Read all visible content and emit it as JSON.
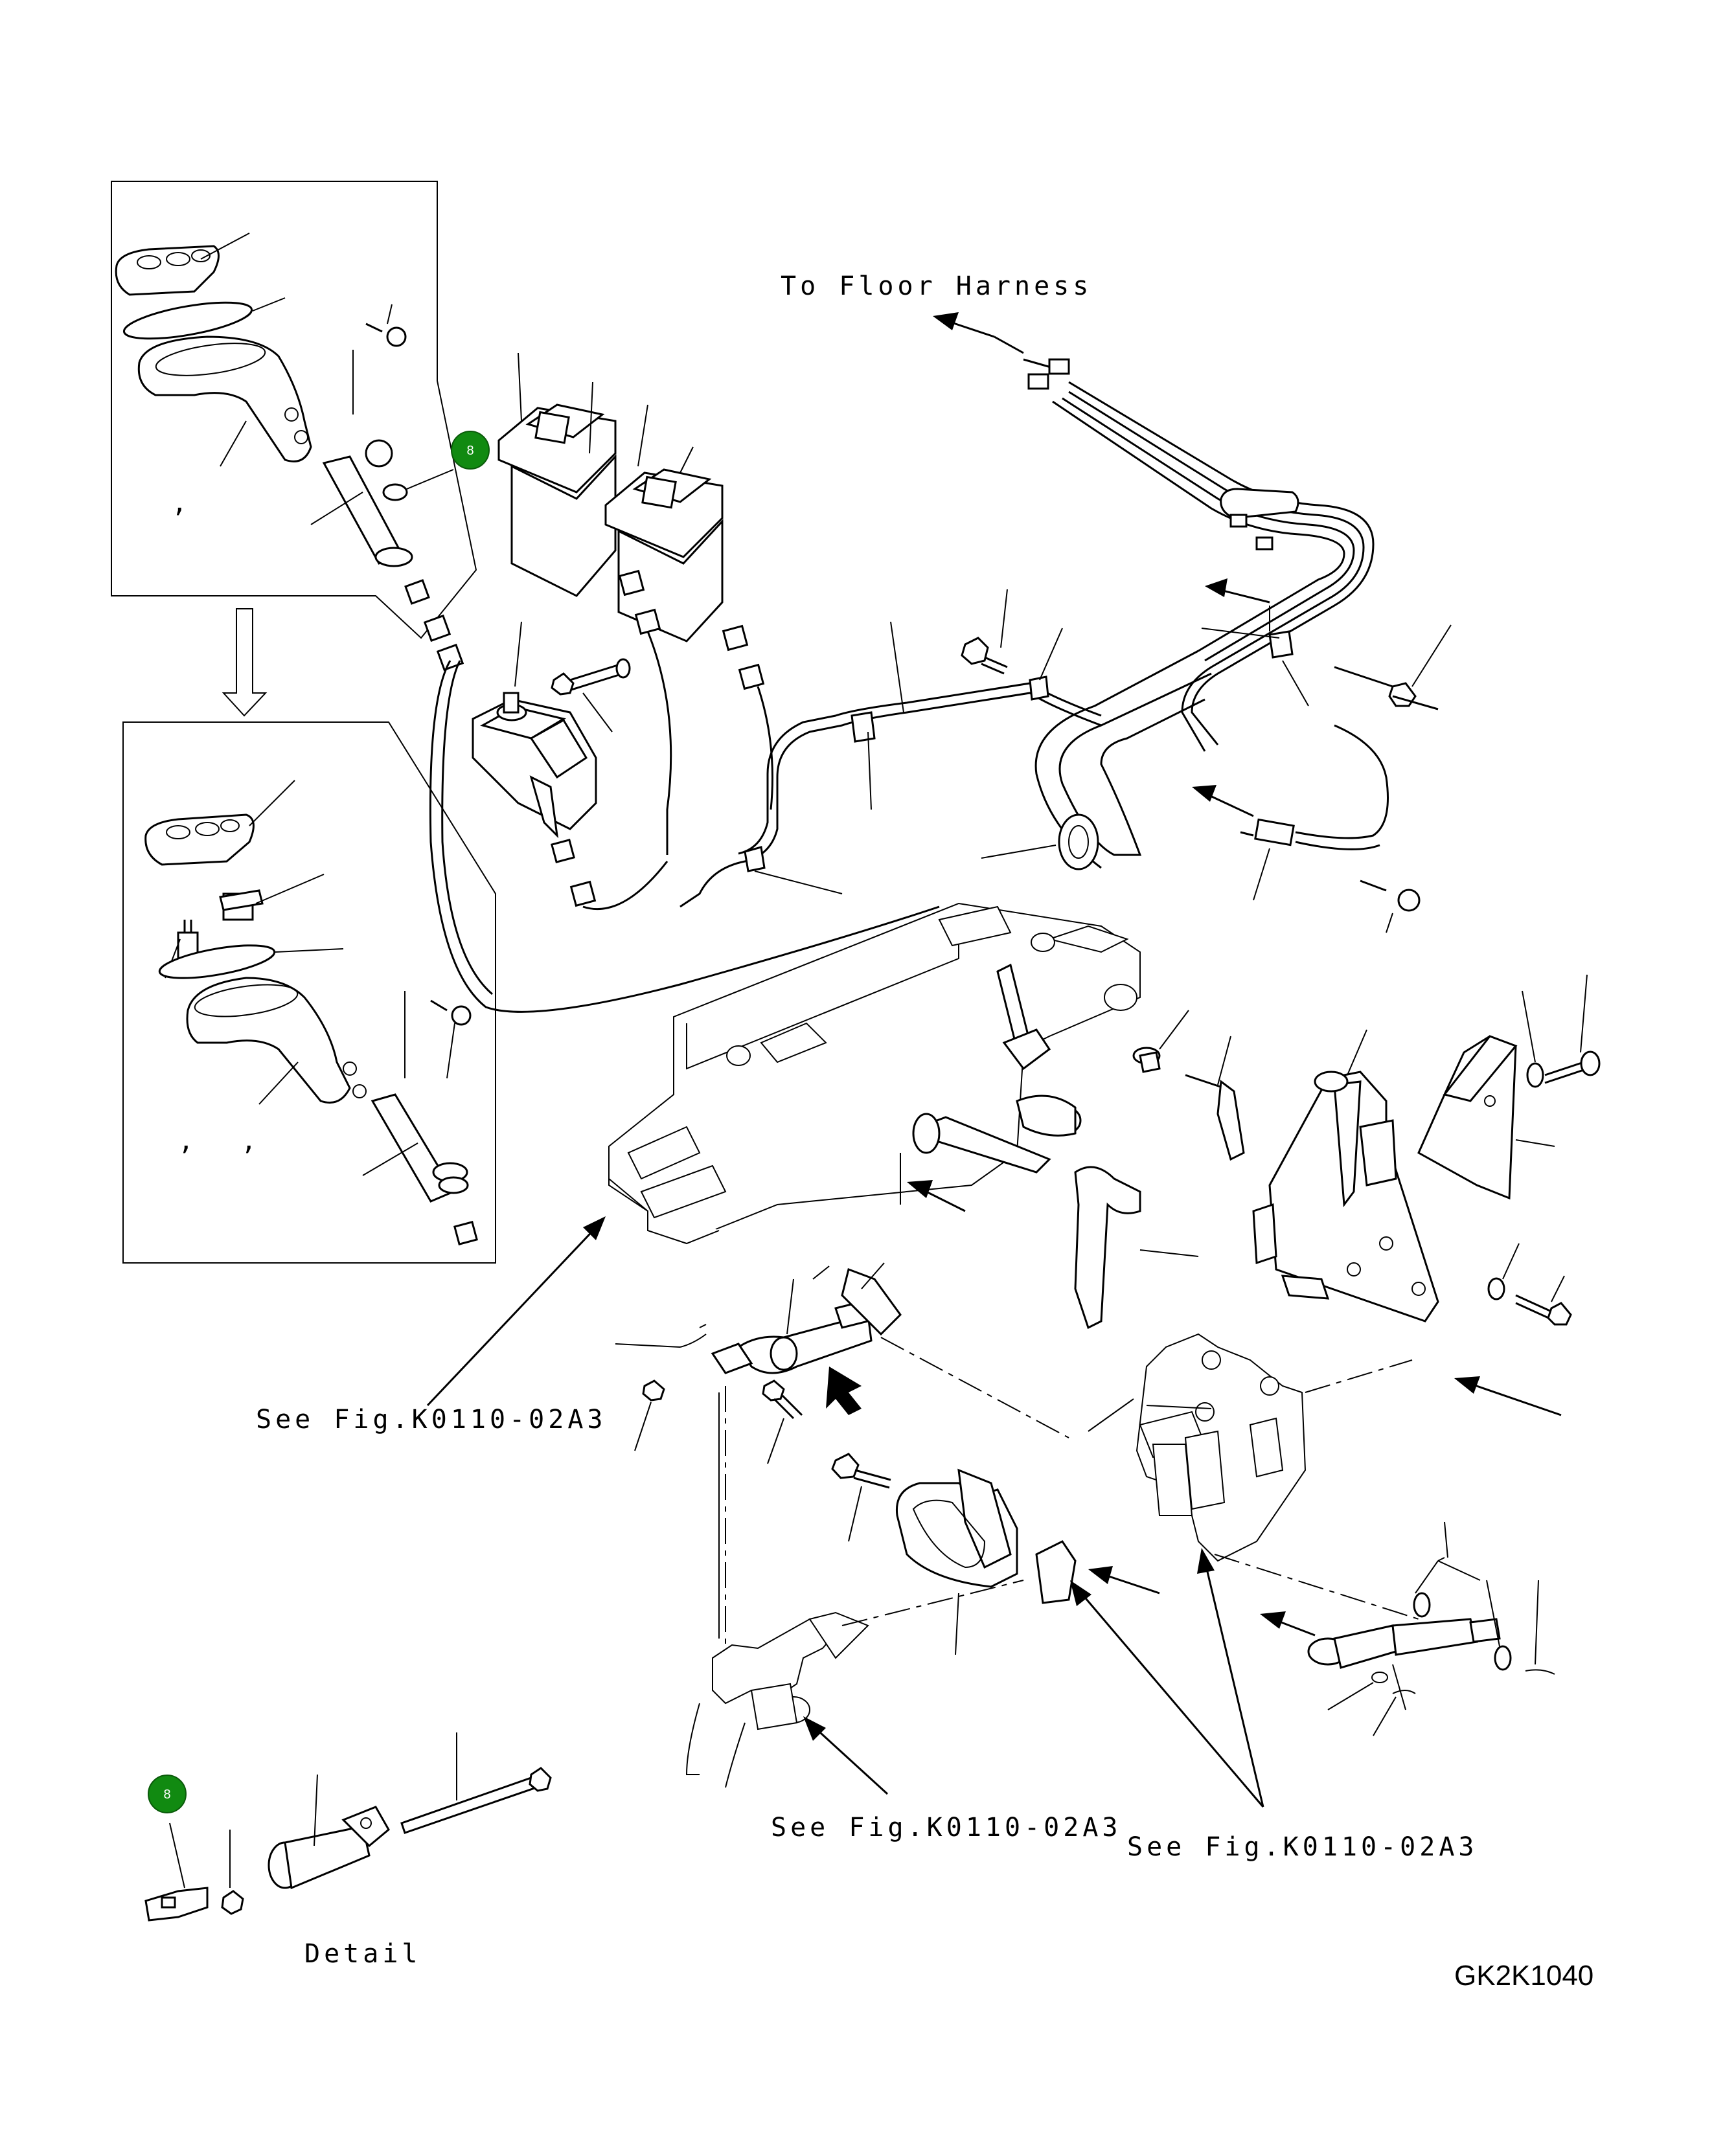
{
  "labels": {
    "to_floor_harness": "To Floor Harness",
    "see_fig_center": "See Fig.K0110-02A3",
    "see_fig_bottom_middle": "See Fig.K0110-02A3",
    "see_fig_bottom_right": "See Fig.K0110-02A3",
    "detail": "Detail",
    "drawing_code": "GK2K1040"
  },
  "markers": [
    {
      "id": "marker-upper",
      "text": "8"
    },
    {
      "id": "marker-lower",
      "text": "8"
    }
  ],
  "colors": {
    "line": "#000000",
    "background": "#ffffff",
    "marker_fill": "#118a11"
  }
}
